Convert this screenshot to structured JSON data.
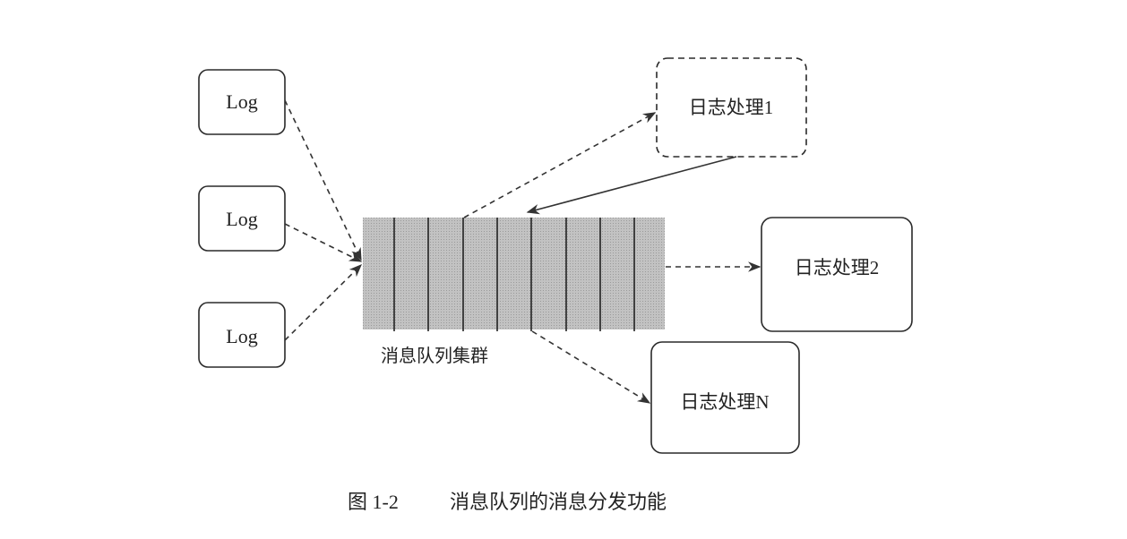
{
  "sources": [
    {
      "label": "Log"
    },
    {
      "label": "Log"
    },
    {
      "label": "Log"
    }
  ],
  "queue": {
    "label": "消息队列集群",
    "partitions": 9
  },
  "consumers": [
    {
      "label": "日志处理1",
      "style": "dashed"
    },
    {
      "label": "日志处理2",
      "style": "solid"
    },
    {
      "label": "日志处理N",
      "style": "solid"
    }
  ],
  "caption": {
    "number": "图 1-2",
    "title": "消息队列的消息分发功能"
  },
  "colors": {
    "ink": "#2a2a2a",
    "queue_fill": "#b9b9b9"
  }
}
